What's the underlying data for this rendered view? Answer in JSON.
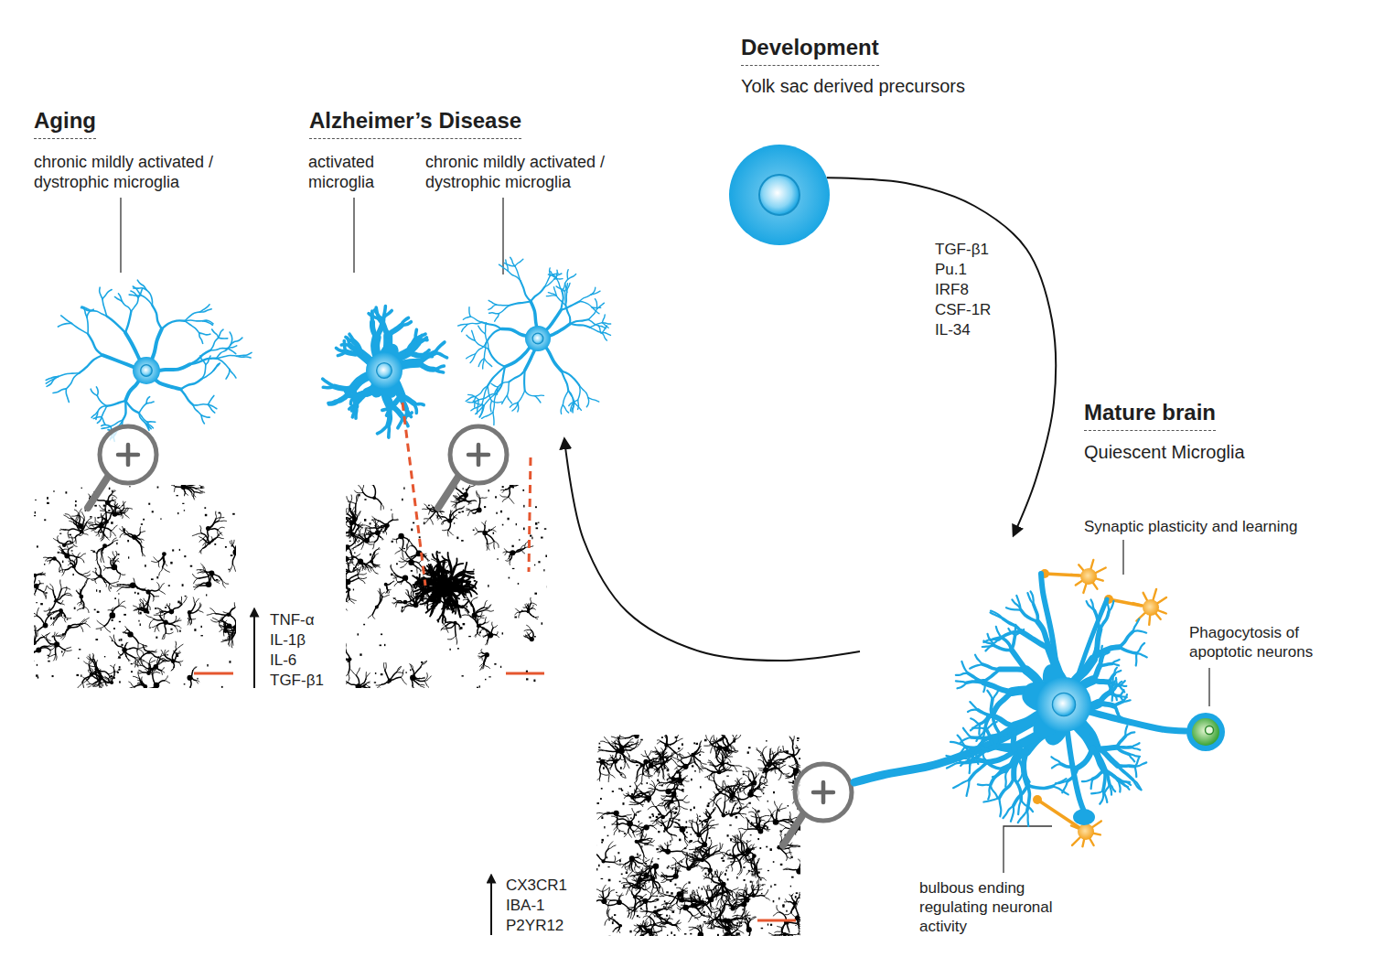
{
  "diagram": {
    "nodes": [
      {
        "text": [
          "Development",
          "Yolk sac derived precursors"
        ]
      },
      {
        "text": [
          "Mature brain",
          "Quiescent Microglia"
        ]
      },
      {
        "text": [
          "chronic mildly activated / dystrophic microglia"
        ]
      }
    ],
    "edges": [
      {
        "from": 0,
        "to": 1,
        "arrow": "to",
        "label": "TGF-β1 Pu.1 IRF8 CSF-1R IL-34"
      },
      {
        "from": 1,
        "to": 2,
        "arrow": "to"
      }
    ],
    "labels": [
      "Aging",
      "chronic mildly activated / dystrophic microglia",
      "Alzheimer’s Disease",
      "activated microglia",
      "TNF-α IL-1β IL-6 TGF-β1",
      "Synaptic plasticity and learning",
      "Phagocytosis of apoptotic neurons",
      "bulbous ending regulating neuronal activity",
      "CX3CR1 IBA-1 P2YR12"
    ]
  }
}
